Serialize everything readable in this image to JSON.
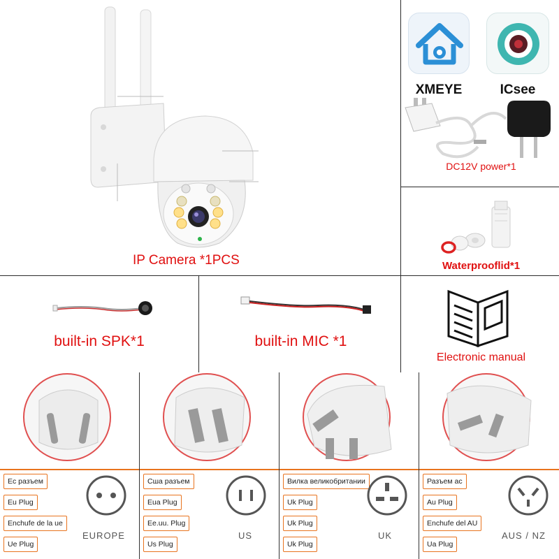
{
  "camera": {
    "label": "IP Camera *1PCS"
  },
  "apps": [
    {
      "name": "XMEYE"
    },
    {
      "name": "ICsee"
    }
  ],
  "power": {
    "label": "DC12V power*1"
  },
  "waterproof": {
    "label": "Waterprooflid*1"
  },
  "speaker": {
    "label": "built-in SPK*1"
  },
  "mic": {
    "label": "built-in MIC *1"
  },
  "manual": {
    "label": "Electronic manual"
  },
  "plugs": [
    {
      "tags": [
        "Ec разъем",
        "Eu Plug",
        "Enchufe de la ue",
        "Ue Plug"
      ],
      "region": "EUROPE"
    },
    {
      "tags": [
        "Сша разъем",
        "Eua Plug",
        "Ee.uu. Plug",
        "Us Plug"
      ],
      "region": "US"
    },
    {
      "tags": [
        "Вилка великобритании",
        "Uk Plug",
        "Uk Plug",
        "Uk Plug"
      ],
      "region": "UK"
    },
    {
      "tags": [
        "Разъем ac",
        "Au Plug",
        "Enchufe del AU",
        "Ua Plug"
      ],
      "region": "AUS / NZ"
    }
  ],
  "colors": {
    "label_red": "#e01010",
    "plug_border": "#e8731e",
    "xmeye_blue": "#2b8fd6",
    "icsee_teal": "#3fb6b0"
  }
}
